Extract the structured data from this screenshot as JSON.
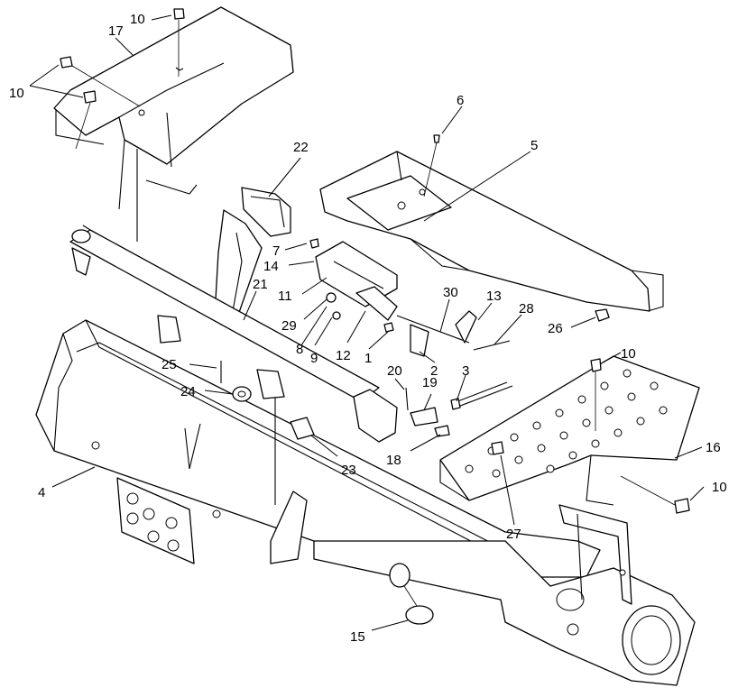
{
  "callouts": [
    {
      "id": "c10a",
      "text": "10"
    },
    {
      "id": "c17",
      "text": "17"
    },
    {
      "id": "c10b",
      "text": "10"
    },
    {
      "id": "c22",
      "text": "22"
    },
    {
      "id": "c6",
      "text": "6"
    },
    {
      "id": "c5",
      "text": "5"
    },
    {
      "id": "c7",
      "text": "7"
    },
    {
      "id": "c14",
      "text": "14"
    },
    {
      "id": "c21",
      "text": "21"
    },
    {
      "id": "c11",
      "text": "11"
    },
    {
      "id": "c30",
      "text": "30"
    },
    {
      "id": "c13",
      "text": "13"
    },
    {
      "id": "c28",
      "text": "28"
    },
    {
      "id": "c29",
      "text": "29"
    },
    {
      "id": "c8",
      "text": "8"
    },
    {
      "id": "c9",
      "text": "9"
    },
    {
      "id": "c12",
      "text": "12"
    },
    {
      "id": "c1",
      "text": "1"
    },
    {
      "id": "c2",
      "text": "2"
    },
    {
      "id": "c26",
      "text": "26"
    },
    {
      "id": "c10c",
      "text": "10"
    },
    {
      "id": "c25",
      "text": "25"
    },
    {
      "id": "c24",
      "text": "24"
    },
    {
      "id": "c20",
      "text": "20"
    },
    {
      "id": "c19",
      "text": "19"
    },
    {
      "id": "c3",
      "text": "3"
    },
    {
      "id": "c16",
      "text": "16"
    },
    {
      "id": "c18",
      "text": "18"
    },
    {
      "id": "c23",
      "text": "23"
    },
    {
      "id": "c4",
      "text": "4"
    },
    {
      "id": "c27",
      "text": "27"
    },
    {
      "id": "c10d",
      "text": "10"
    },
    {
      "id": "c15",
      "text": "15"
    }
  ]
}
